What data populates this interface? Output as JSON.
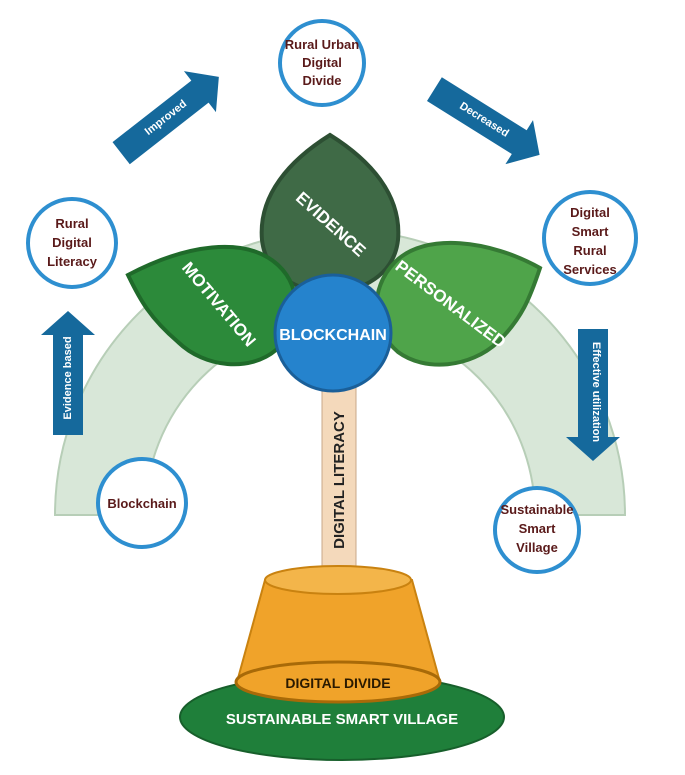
{
  "colors": {
    "ring": "#d6e6d6",
    "ring_stroke": "#b4ccb4",
    "node_border": "#2e8fd0",
    "arrow_fill": "#15699c",
    "leaf_dark": "#3f6a46",
    "leaf_green": "#2c8a3a",
    "leaf_light": "#4fa44a",
    "hub": "#2583cd",
    "stem": "#f4d9bb",
    "pot": "#f0a32a",
    "base": "#1f7f3a"
  },
  "nodes": {
    "rural_urban": [
      "Rural Urban",
      "Digital",
      "Divide"
    ],
    "digital_services": [
      "Digital",
      "Smart",
      "Rural",
      "Services"
    ],
    "sustainable_village": [
      "Sustainable",
      "Smart",
      "Village"
    ],
    "rural_literacy": [
      "Rural",
      "Digital",
      "Literacy"
    ],
    "blockchain": [
      "Blockchain"
    ]
  },
  "arrows": {
    "improved": "Improved",
    "decreased": "Decreased",
    "effective": "Effective utilization",
    "evidence": "Evidence based"
  },
  "leaves": {
    "evidence": "EVIDENCE",
    "motivation": "MOTIVATION",
    "personalized": "PERSONALIZED"
  },
  "hub_label": "BLOCKCHAIN",
  "stem_label": "DIGITAL LITERACY",
  "pot_label": "DIGITAL DIVIDE",
  "base_label": "SUSTAINABLE SMART VILLAGE"
}
